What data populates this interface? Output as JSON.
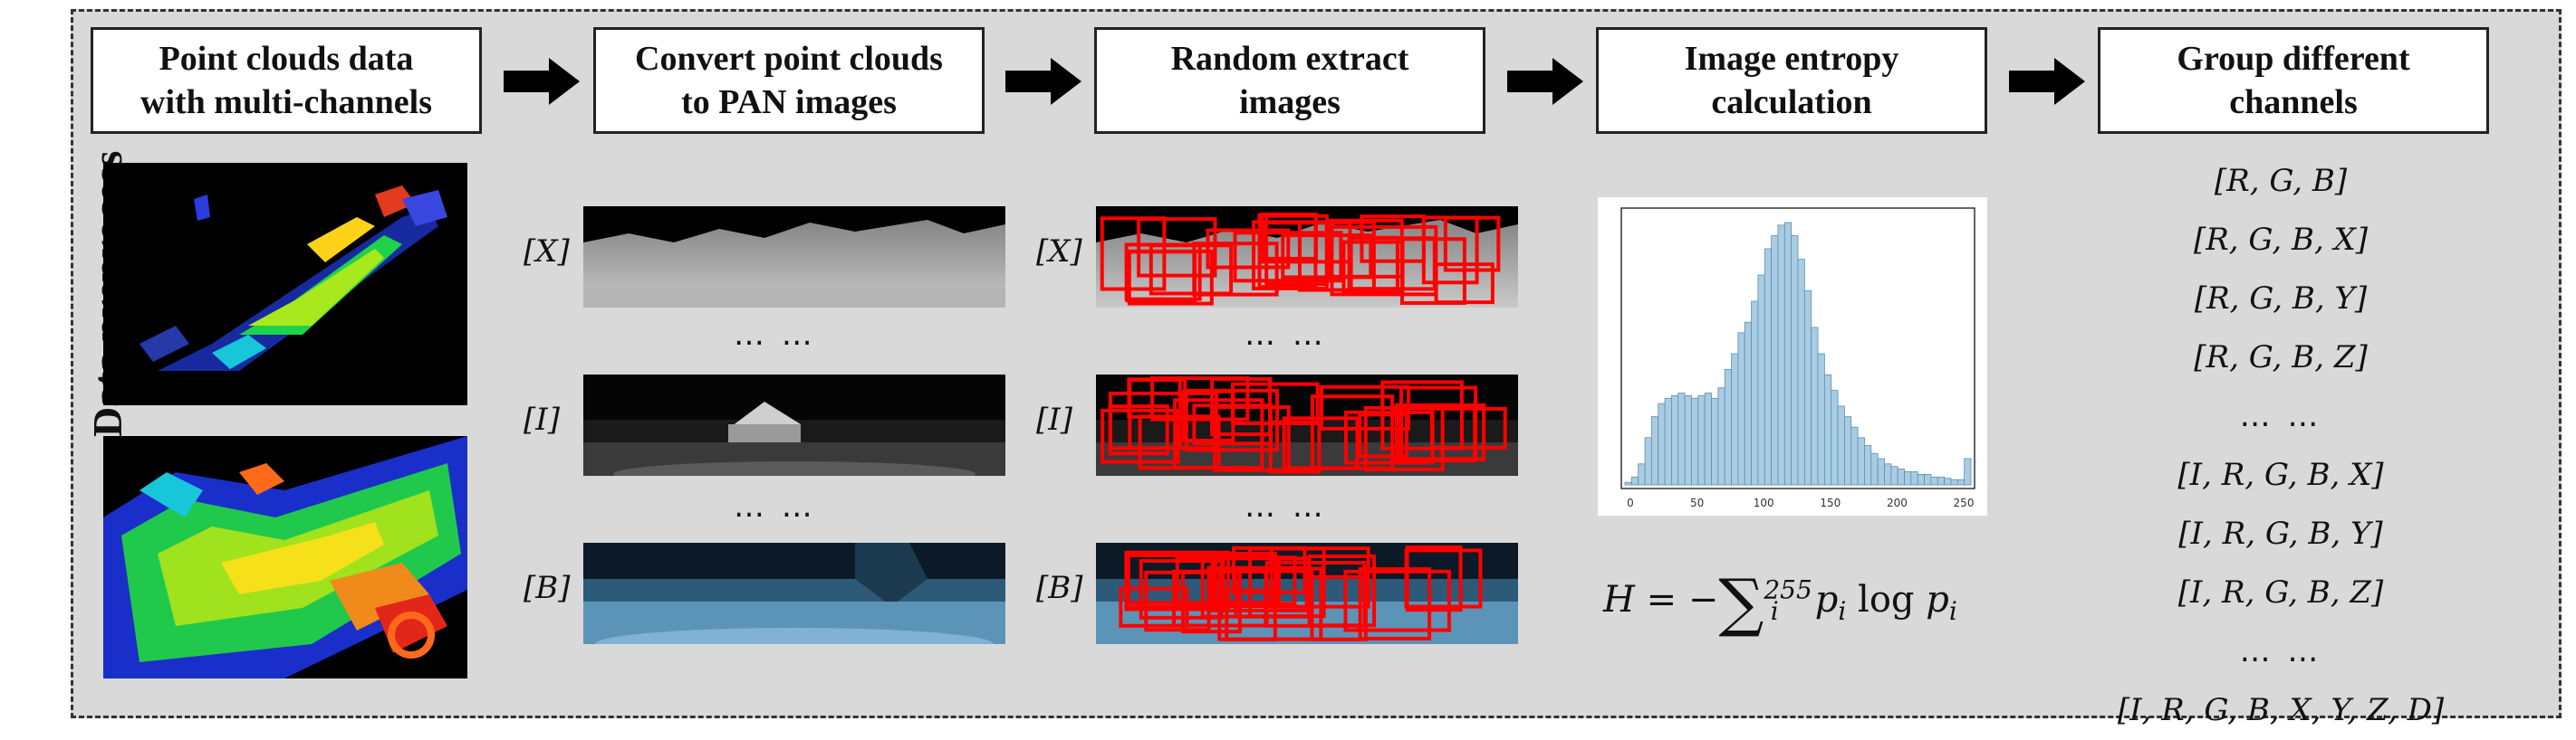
{
  "side_title": "Data preprocess",
  "stages": [
    {
      "label_line1": "Point clouds data",
      "label_line2": "with multi-channels"
    },
    {
      "label_line1": "Convert point clouds",
      "label_line2": "to PAN images"
    },
    {
      "label_line1": "Random extract",
      "label_line2": "images"
    },
    {
      "label_line1": "Image entropy",
      "label_line2": "calculation"
    },
    {
      "label_line1": "Group different",
      "label_line2": "channels"
    }
  ],
  "pan_rows": [
    {
      "label": "[X]"
    },
    {
      "label": "[I]"
    },
    {
      "label": "[B]"
    }
  ],
  "ellipsis": "… …",
  "histogram": {
    "x_ticks": [
      "0",
      "50",
      "100",
      "150",
      "200",
      "250"
    ],
    "bins": [
      0.01,
      0.03,
      0.08,
      0.18,
      0.26,
      0.31,
      0.33,
      0.34,
      0.35,
      0.34,
      0.33,
      0.34,
      0.35,
      0.33,
      0.37,
      0.44,
      0.5,
      0.58,
      0.62,
      0.7,
      0.8,
      0.9,
      0.95,
      0.99,
      1.0,
      0.95,
      0.86,
      0.74,
      0.6,
      0.5,
      0.42,
      0.36,
      0.3,
      0.26,
      0.22,
      0.18,
      0.15,
      0.12,
      0.1,
      0.08,
      0.07,
      0.06,
      0.05,
      0.05,
      0.04,
      0.04,
      0.03,
      0.03,
      0.025,
      0.02,
      0.02,
      0.1
    ]
  },
  "entropy_formula": {
    "lhs": "H = −",
    "sum": "∑",
    "sup": "255",
    "sub": "i",
    "rhs": "p",
    "rhs_sub": "i",
    "log": " log ",
    "rhs2": "p",
    "rhs2_sub": "i"
  },
  "channel_groups": [
    "[R, G, B]",
    "[R, G, B, X]",
    "[R, G, B, Y]",
    "[R, G, B, Z]",
    "… …",
    "[I, R, G, B, X]",
    "[I, R, G, B, Y]",
    "[I, R, G, B, Z]",
    "… …",
    "[I, R, G, B, X, Y, Z, D]"
  ],
  "colors": {
    "background": "#d9d9d9",
    "extract_box": "#ff0000",
    "histogram_bar": "#a9cce3",
    "histogram_edge": "#5b8fb0"
  }
}
